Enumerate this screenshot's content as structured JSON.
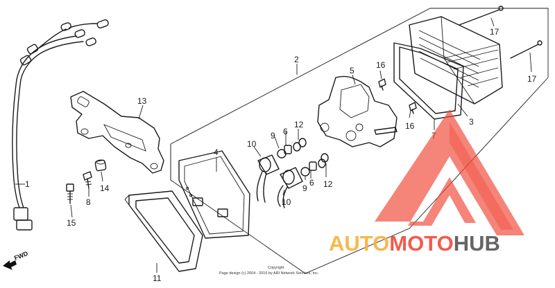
{
  "callouts": {
    "c1": "1",
    "c2": "2",
    "c3": "3",
    "c4": "4",
    "c5": "5",
    "c6a": "6",
    "c6b": "6",
    "c7": "7",
    "c8": "8",
    "c9a": "9",
    "c9b": "9",
    "c10a": "10",
    "c10b": "10",
    "c11": "11",
    "c12a": "12",
    "c12b": "12",
    "c13": "13",
    "c14": "14",
    "c15": "15",
    "c16a": "16",
    "c16b": "16",
    "c17a": "17",
    "c17b": "17"
  },
  "direction_label": "FWD",
  "copyright": {
    "line1": "Copyright",
    "line2": "Page design (c) 2004 - 2016 by ARI Network Services, Inc."
  },
  "watermark": {
    "part1": "AUTO",
    "part2": "MOTO",
    "part3": "HUB",
    "color_main": "#f04a3a",
    "color_accent": "#f5b23a",
    "color_dark": "#555555"
  }
}
